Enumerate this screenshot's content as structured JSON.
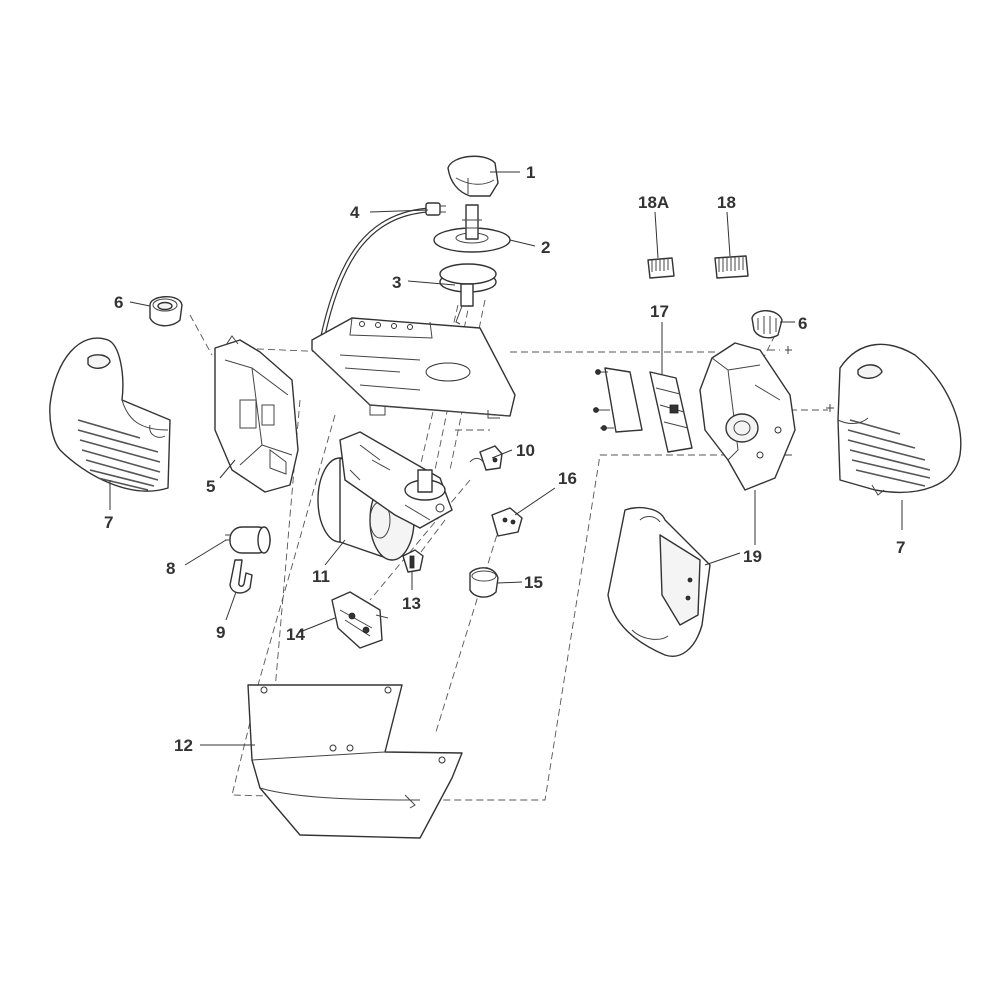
{
  "colors": {
    "line": "#333333",
    "background": "#ffffff"
  },
  "callouts": {
    "c1": "1",
    "c2": "2",
    "c3": "3",
    "c4": "4",
    "c5": "5",
    "c6_left": "6",
    "c6_right": "6",
    "c7_left": "7",
    "c7_right": "7",
    "c8": "8",
    "c9": "9",
    "c10": "10",
    "c11": "11",
    "c12": "12",
    "c13": "13",
    "c14": "14",
    "c15": "15",
    "c16": "16",
    "c17": "17",
    "c18": "18",
    "c18a": "18A",
    "c19": "19"
  }
}
